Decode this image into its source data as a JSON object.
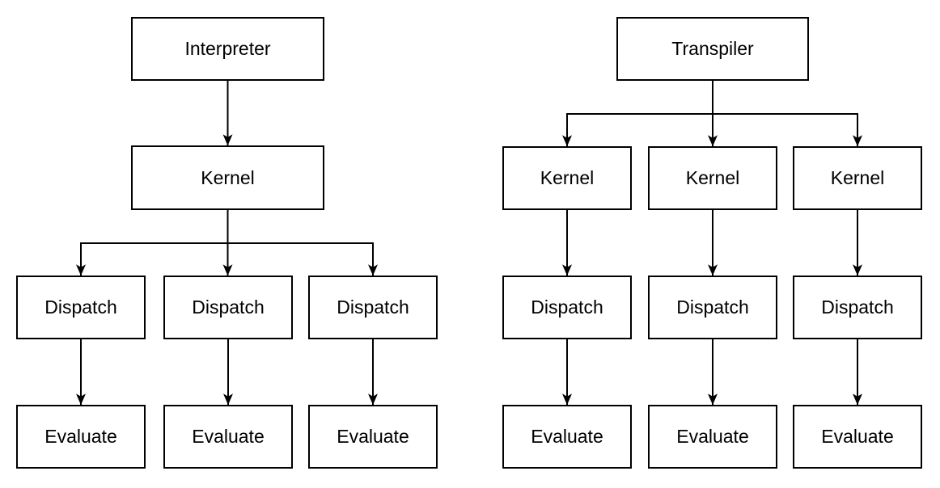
{
  "page": {
    "background": "#ffffff",
    "stroke_color": "#000000",
    "text_color": "#000000"
  },
  "left_diagram": {
    "root": {
      "label": "Interpreter"
    },
    "level2": [
      {
        "label": "Kernel"
      }
    ],
    "level3": [
      {
        "label": "Dispatch"
      },
      {
        "label": "Dispatch"
      },
      {
        "label": "Dispatch"
      }
    ],
    "level4": [
      {
        "label": "Evaluate"
      },
      {
        "label": "Evaluate"
      },
      {
        "label": "Evaluate"
      }
    ]
  },
  "right_diagram": {
    "root": {
      "label": "Transpiler"
    },
    "level2": [
      {
        "label": "Kernel"
      },
      {
        "label": "Kernel"
      },
      {
        "label": "Kernel"
      }
    ],
    "level3": [
      {
        "label": "Dispatch"
      },
      {
        "label": "Dispatch"
      },
      {
        "label": "Dispatch"
      }
    ],
    "level4": [
      {
        "label": "Evaluate"
      },
      {
        "label": "Evaluate"
      },
      {
        "label": "Evaluate"
      }
    ]
  }
}
